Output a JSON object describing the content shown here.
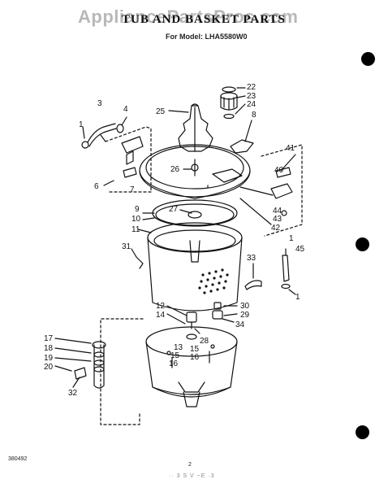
{
  "watermark": "AppliancePartsPros.com",
  "title": "TUB AND BASKET PARTS",
  "subtitle": "For Model: LHA5580W0",
  "footer": {
    "code": "380492",
    "page": "2",
    "smudge": "·· 3 S V ~E  ·3"
  },
  "callouts": [
    "1",
    "3",
    "4",
    "6",
    "7",
    "25",
    "22",
    "23",
    "24",
    "8",
    "26",
    "41",
    "40",
    "44",
    "43",
    "42",
    "1",
    "45",
    "9",
    "10",
    "11",
    "27",
    "31",
    "33",
    "1",
    "12",
    "14",
    "30",
    "29",
    "34",
    "28",
    "13",
    "15",
    "16",
    "15",
    "16",
    "17",
    "18",
    "19",
    "20",
    "32"
  ]
}
